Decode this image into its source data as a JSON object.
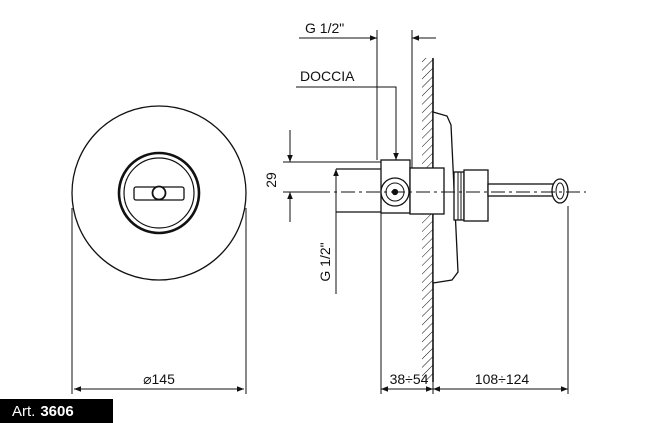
{
  "labels": {
    "thread_top": "G 1/2\"",
    "outlet": "DOCCIA",
    "height": "29",
    "thread_bottom": "G 1/2\"",
    "diameter": "⌀145",
    "depth_body": "38÷54",
    "depth_handle": "108÷124"
  },
  "article": {
    "prefix": "Art.",
    "number": "3606"
  },
  "colors": {
    "line": "#111111",
    "background": "#ffffff",
    "tag_bg": "#000000",
    "tag_text": "#ffffff"
  }
}
